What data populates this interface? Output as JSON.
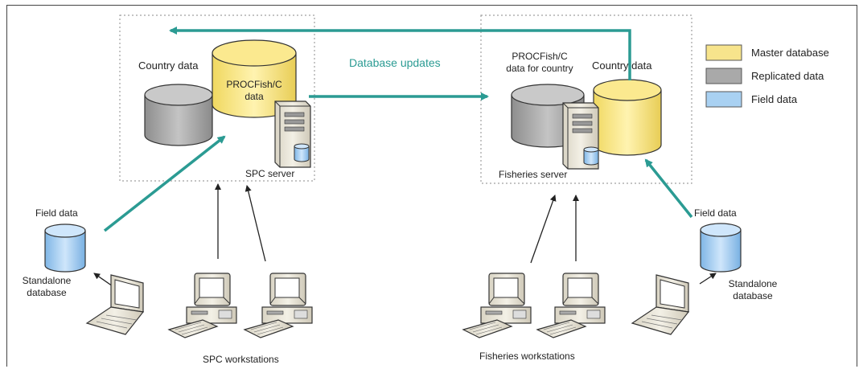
{
  "labels": {
    "country_data_left": "Country data",
    "procfish_data_line1": "PROCFish/C",
    "procfish_data_line2": "data",
    "spc_server": "SPC server",
    "database_updates": "Database updates",
    "procfish_country_line1": "PROCFish/C",
    "procfish_country_line2": "data for country",
    "country_data_right": "Country data",
    "fisheries_server": "Fisheries server",
    "field_data_left": "Field data",
    "standalone_left_line1": "Standalone",
    "standalone_left_line2": "database",
    "field_data_right": "Field data",
    "standalone_right_line1": "Standalone",
    "standalone_right_line2": "database",
    "spc_workstations": "SPC workstations",
    "fisheries_workstations": "Fisheries workstations"
  },
  "legend": [
    {
      "label": "Master database",
      "color": "#f7e48c"
    },
    {
      "label": "Replicated data",
      "color": "#a9a9a9"
    },
    {
      "label": "Field data",
      "color": "#a9d1f2"
    }
  ],
  "colors": {
    "arrow_teal": "#2b9b93",
    "master": "#f7e48c",
    "replicated": "#a9a9a9",
    "field": "#a9d1f2"
  }
}
